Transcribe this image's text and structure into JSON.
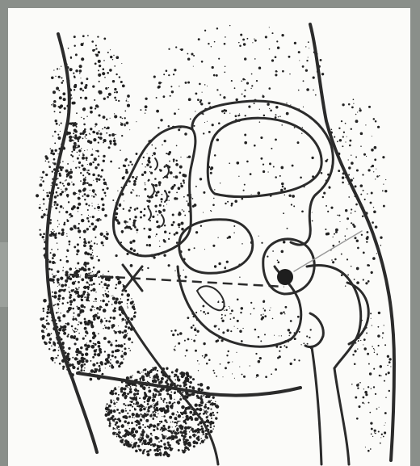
{
  "figure": {
    "kind": "anatomical-illustration",
    "subject": "hip-joint-lateral-view",
    "style": "stippled-ink-drawing",
    "colors": {
      "ink": "#2b2b2b",
      "paper": "#fbfbf9",
      "edge_band": "#8a8f8a"
    },
    "marker": {
      "name": "femoral-head-center-marker",
      "shape": "filled-circle"
    },
    "reference_line": {
      "name": "horizontal-dashed-line",
      "style": "dashed"
    },
    "pointer": {
      "name": "thin-pointer-line",
      "style": "solid-light"
    }
  }
}
